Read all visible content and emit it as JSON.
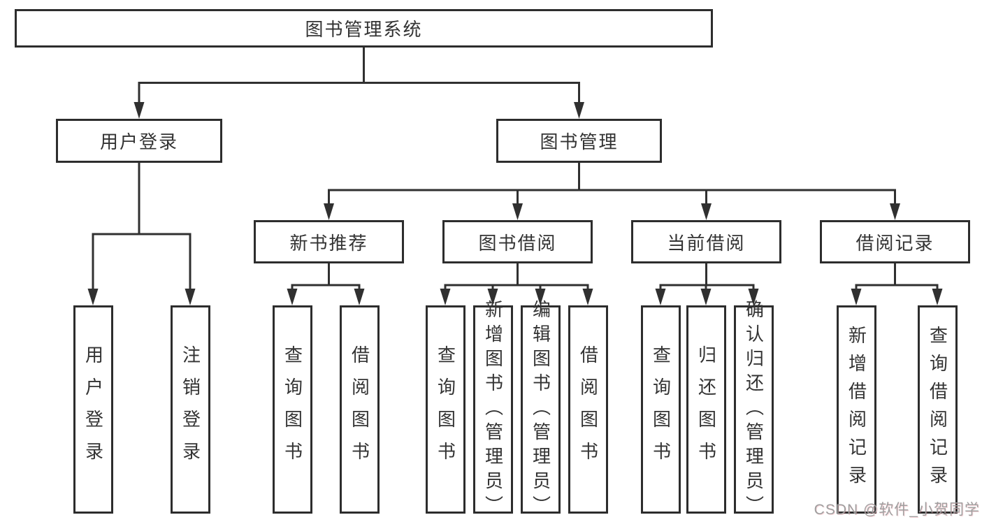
{
  "diagram": {
    "title_note": "functional structure tree of a library management system",
    "colors": {
      "line": "#303030",
      "box_border": "#2d2d2d",
      "text": "#333333",
      "watermark": "#9f9f9f"
    },
    "nodes": {
      "root": "图书管理系统",
      "user_login": "用户登录",
      "book_mgmt": "图书管理",
      "new_rec": "新书推荐",
      "book_borrow": "图书借阅",
      "current_borrow": "当前借阅",
      "borrow_records": "借阅记录",
      "leaf_user_login": "用户登录",
      "leaf_logout": "注销登录",
      "leaf_rec_query": "查询图书",
      "leaf_rec_borrow": "借阅图书",
      "leaf_bb_query": "查询图书",
      "leaf_bb_add": "新增图书（管理员）",
      "leaf_bb_edit": "编辑图书（管理员）",
      "leaf_bb_borrow": "借阅图书",
      "leaf_cur_query": "查询图书",
      "leaf_cur_return": "归还图书",
      "leaf_cur_confirm": "确认归还（管理员）",
      "leaf_rc_add": "新增借阅记录",
      "leaf_rc_query": "查询借阅记录"
    }
  },
  "watermark": "CSDN @软件_小贺同学"
}
